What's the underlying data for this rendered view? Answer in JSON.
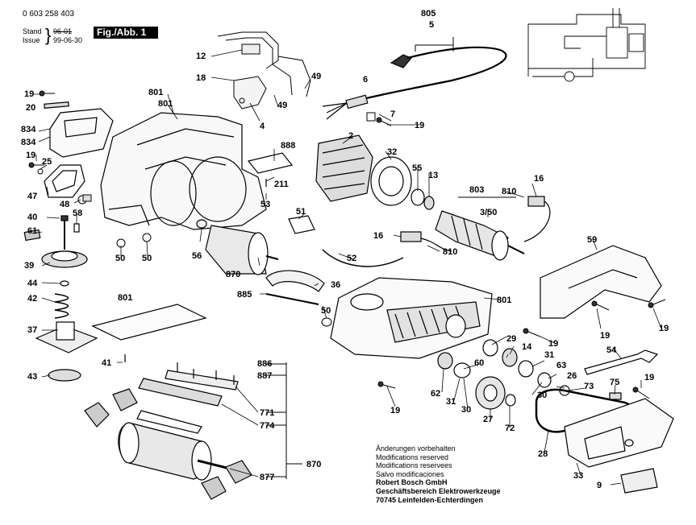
{
  "header": {
    "part_number": "0 603 258 403",
    "stand_label": "Stand",
    "issue_label": "Issue",
    "struck_date": "96-01",
    "issue_date": "99-06-30",
    "figure_label": "Fig./Abb. 1"
  },
  "labels": {
    "l805": "805",
    "l5": "5",
    "l6": "6",
    "l12": "12",
    "l18": "18",
    "l49a": "49",
    "l49b": "49",
    "l4": "4",
    "l7": "7",
    "l19a": "19",
    "l19b": "19",
    "l20": "20",
    "l834a": "834",
    "l834b": "834",
    "l19c": "19",
    "l25": "25",
    "l47": "47",
    "l48": "48",
    "l40": "40",
    "l58": "58",
    "l61": "61",
    "l39": "39",
    "l44": "44",
    "l42": "42",
    "l37": "37",
    "l43": "43",
    "l41": "41",
    "l801a": "801",
    "l801b": "801",
    "l801c": "801",
    "l801d": "801",
    "l888": "888",
    "l211": "211",
    "l53": "53",
    "l2": "2",
    "l32": "32",
    "l55": "55",
    "l13": "13",
    "l803": "803",
    "l810a": "810",
    "l16a": "16",
    "l350": "3/50",
    "l16b": "16",
    "l810b": "810",
    "l51": "51",
    "l52": "52",
    "l36": "36",
    "l56": "56",
    "l50a": "50",
    "l50b": "50",
    "l50c": "50",
    "l870a": "870",
    "l885": "885",
    "l59": "59",
    "l19d": "19",
    "l19e": "19",
    "l29": "29",
    "l19f": "19",
    "l14": "14",
    "l31a": "31",
    "l63": "63",
    "l60": "60",
    "l54": "54",
    "l26": "26",
    "l73": "73",
    "l19g": "19",
    "l62": "62",
    "l31b": "31",
    "l30a": "30",
    "l30b": "30",
    "l27": "27",
    "l72": "72",
    "l75": "75",
    "l19h": "19",
    "l28": "28",
    "l33": "33",
    "l9": "9",
    "l886": "886",
    "l887": "887",
    "l771": "771",
    "l774": "774",
    "l877": "877",
    "l870b": "870"
  },
  "notice": {
    "line1": "Änderungen vorbehalten",
    "line2": "Modifications reserved",
    "line3": "Modifications reservees",
    "line4": "Salvo modificaciones",
    "company": "Robert Bosch GmbH",
    "division": "Geschäftsbereich Elektrowerkzeuge",
    "address": "70745 Leinfelden-Echterdingen"
  }
}
